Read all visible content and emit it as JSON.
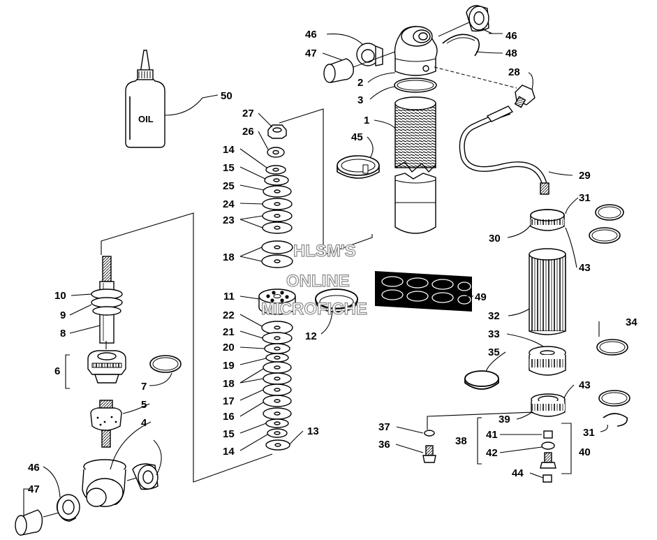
{
  "oil_bottle_label": "OIL",
  "watermark": {
    "line1": "HLSM'S",
    "line2": "ONLINE",
    "line3": "MICROFICHE"
  },
  "labels": [
    {
      "id": "l1",
      "text": "1"
    },
    {
      "id": "l2",
      "text": "2"
    },
    {
      "id": "l3",
      "text": "3"
    },
    {
      "id": "l4",
      "text": "4"
    },
    {
      "id": "l5",
      "text": "5"
    },
    {
      "id": "l6",
      "text": "6"
    },
    {
      "id": "l7",
      "text": "7"
    },
    {
      "id": "l8",
      "text": "8"
    },
    {
      "id": "l9",
      "text": "9"
    },
    {
      "id": "l10",
      "text": "10"
    },
    {
      "id": "l11",
      "text": "11"
    },
    {
      "id": "l12",
      "text": "12"
    },
    {
      "id": "l13",
      "text": "13"
    },
    {
      "id": "l14a",
      "text": "14"
    },
    {
      "id": "l14b",
      "text": "14"
    },
    {
      "id": "l15a",
      "text": "15"
    },
    {
      "id": "l15b",
      "text": "15"
    },
    {
      "id": "l16",
      "text": "16"
    },
    {
      "id": "l17",
      "text": "17"
    },
    {
      "id": "l18a",
      "text": "18"
    },
    {
      "id": "l18b",
      "text": "18"
    },
    {
      "id": "l19",
      "text": "19"
    },
    {
      "id": "l20",
      "text": "20"
    },
    {
      "id": "l21",
      "text": "21"
    },
    {
      "id": "l22",
      "text": "22"
    },
    {
      "id": "l23",
      "text": "23"
    },
    {
      "id": "l24",
      "text": "24"
    },
    {
      "id": "l25",
      "text": "25"
    },
    {
      "id": "l26",
      "text": "26"
    },
    {
      "id": "l27",
      "text": "27"
    },
    {
      "id": "l28",
      "text": "28"
    },
    {
      "id": "l29",
      "text": "29"
    },
    {
      "id": "l30",
      "text": "30"
    },
    {
      "id": "l31a",
      "text": "31"
    },
    {
      "id": "l31b",
      "text": "31"
    },
    {
      "id": "l32",
      "text": "32"
    },
    {
      "id": "l33",
      "text": "33"
    },
    {
      "id": "l34",
      "text": "34"
    },
    {
      "id": "l35",
      "text": "35"
    },
    {
      "id": "l36",
      "text": "36"
    },
    {
      "id": "l37",
      "text": "37"
    },
    {
      "id": "l38",
      "text": "38"
    },
    {
      "id": "l39",
      "text": "39"
    },
    {
      "id": "l40",
      "text": "40"
    },
    {
      "id": "l41",
      "text": "41"
    },
    {
      "id": "l42",
      "text": "42"
    },
    {
      "id": "l43a",
      "text": "43"
    },
    {
      "id": "l43b",
      "text": "43"
    },
    {
      "id": "l44",
      "text": "44"
    },
    {
      "id": "l45",
      "text": "45"
    },
    {
      "id": "l46a",
      "text": "46"
    },
    {
      "id": "l46b",
      "text": "46"
    },
    {
      "id": "l46c",
      "text": "46"
    },
    {
      "id": "l47a",
      "text": "47"
    },
    {
      "id": "l47b",
      "text": "47"
    },
    {
      "id": "l48",
      "text": "48"
    },
    {
      "id": "l49",
      "text": "49"
    },
    {
      "id": "l50",
      "text": "50"
    }
  ]
}
